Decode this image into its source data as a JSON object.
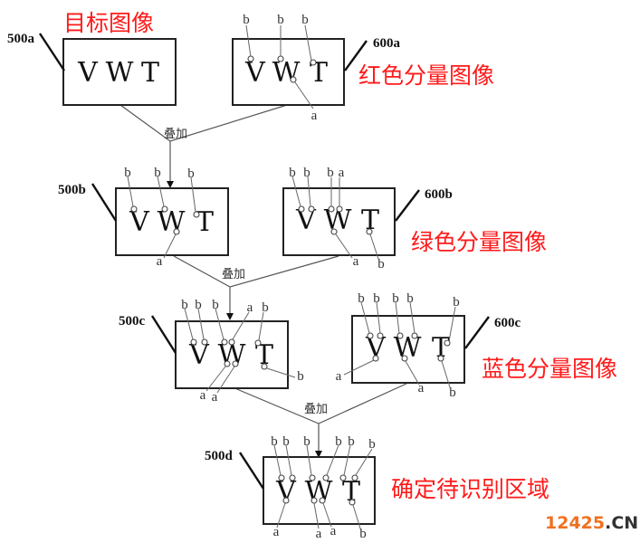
{
  "captions": {
    "target": "目标图像",
    "red": "红色分量图像",
    "green": "绿色分量图像",
    "blue": "蓝色分量图像",
    "result": "确定待识别区域"
  },
  "refs": {
    "r500a": "500a",
    "r600a": "600a",
    "r500b": "500b",
    "r600b": "600b",
    "r500c": "500c",
    "r600c": "600c",
    "r500d": "500d"
  },
  "operation": "叠加",
  "letters": {
    "v": "V",
    "w": "W",
    "t": "T"
  },
  "marks": {
    "a": "a",
    "b": "b"
  },
  "watermark": {
    "digits": "12425",
    "suffix": ".CN"
  },
  "colors": {
    "caption": "#ff1a1a",
    "watermark_digits": "#f07020",
    "watermark_suffix": "#333333"
  }
}
